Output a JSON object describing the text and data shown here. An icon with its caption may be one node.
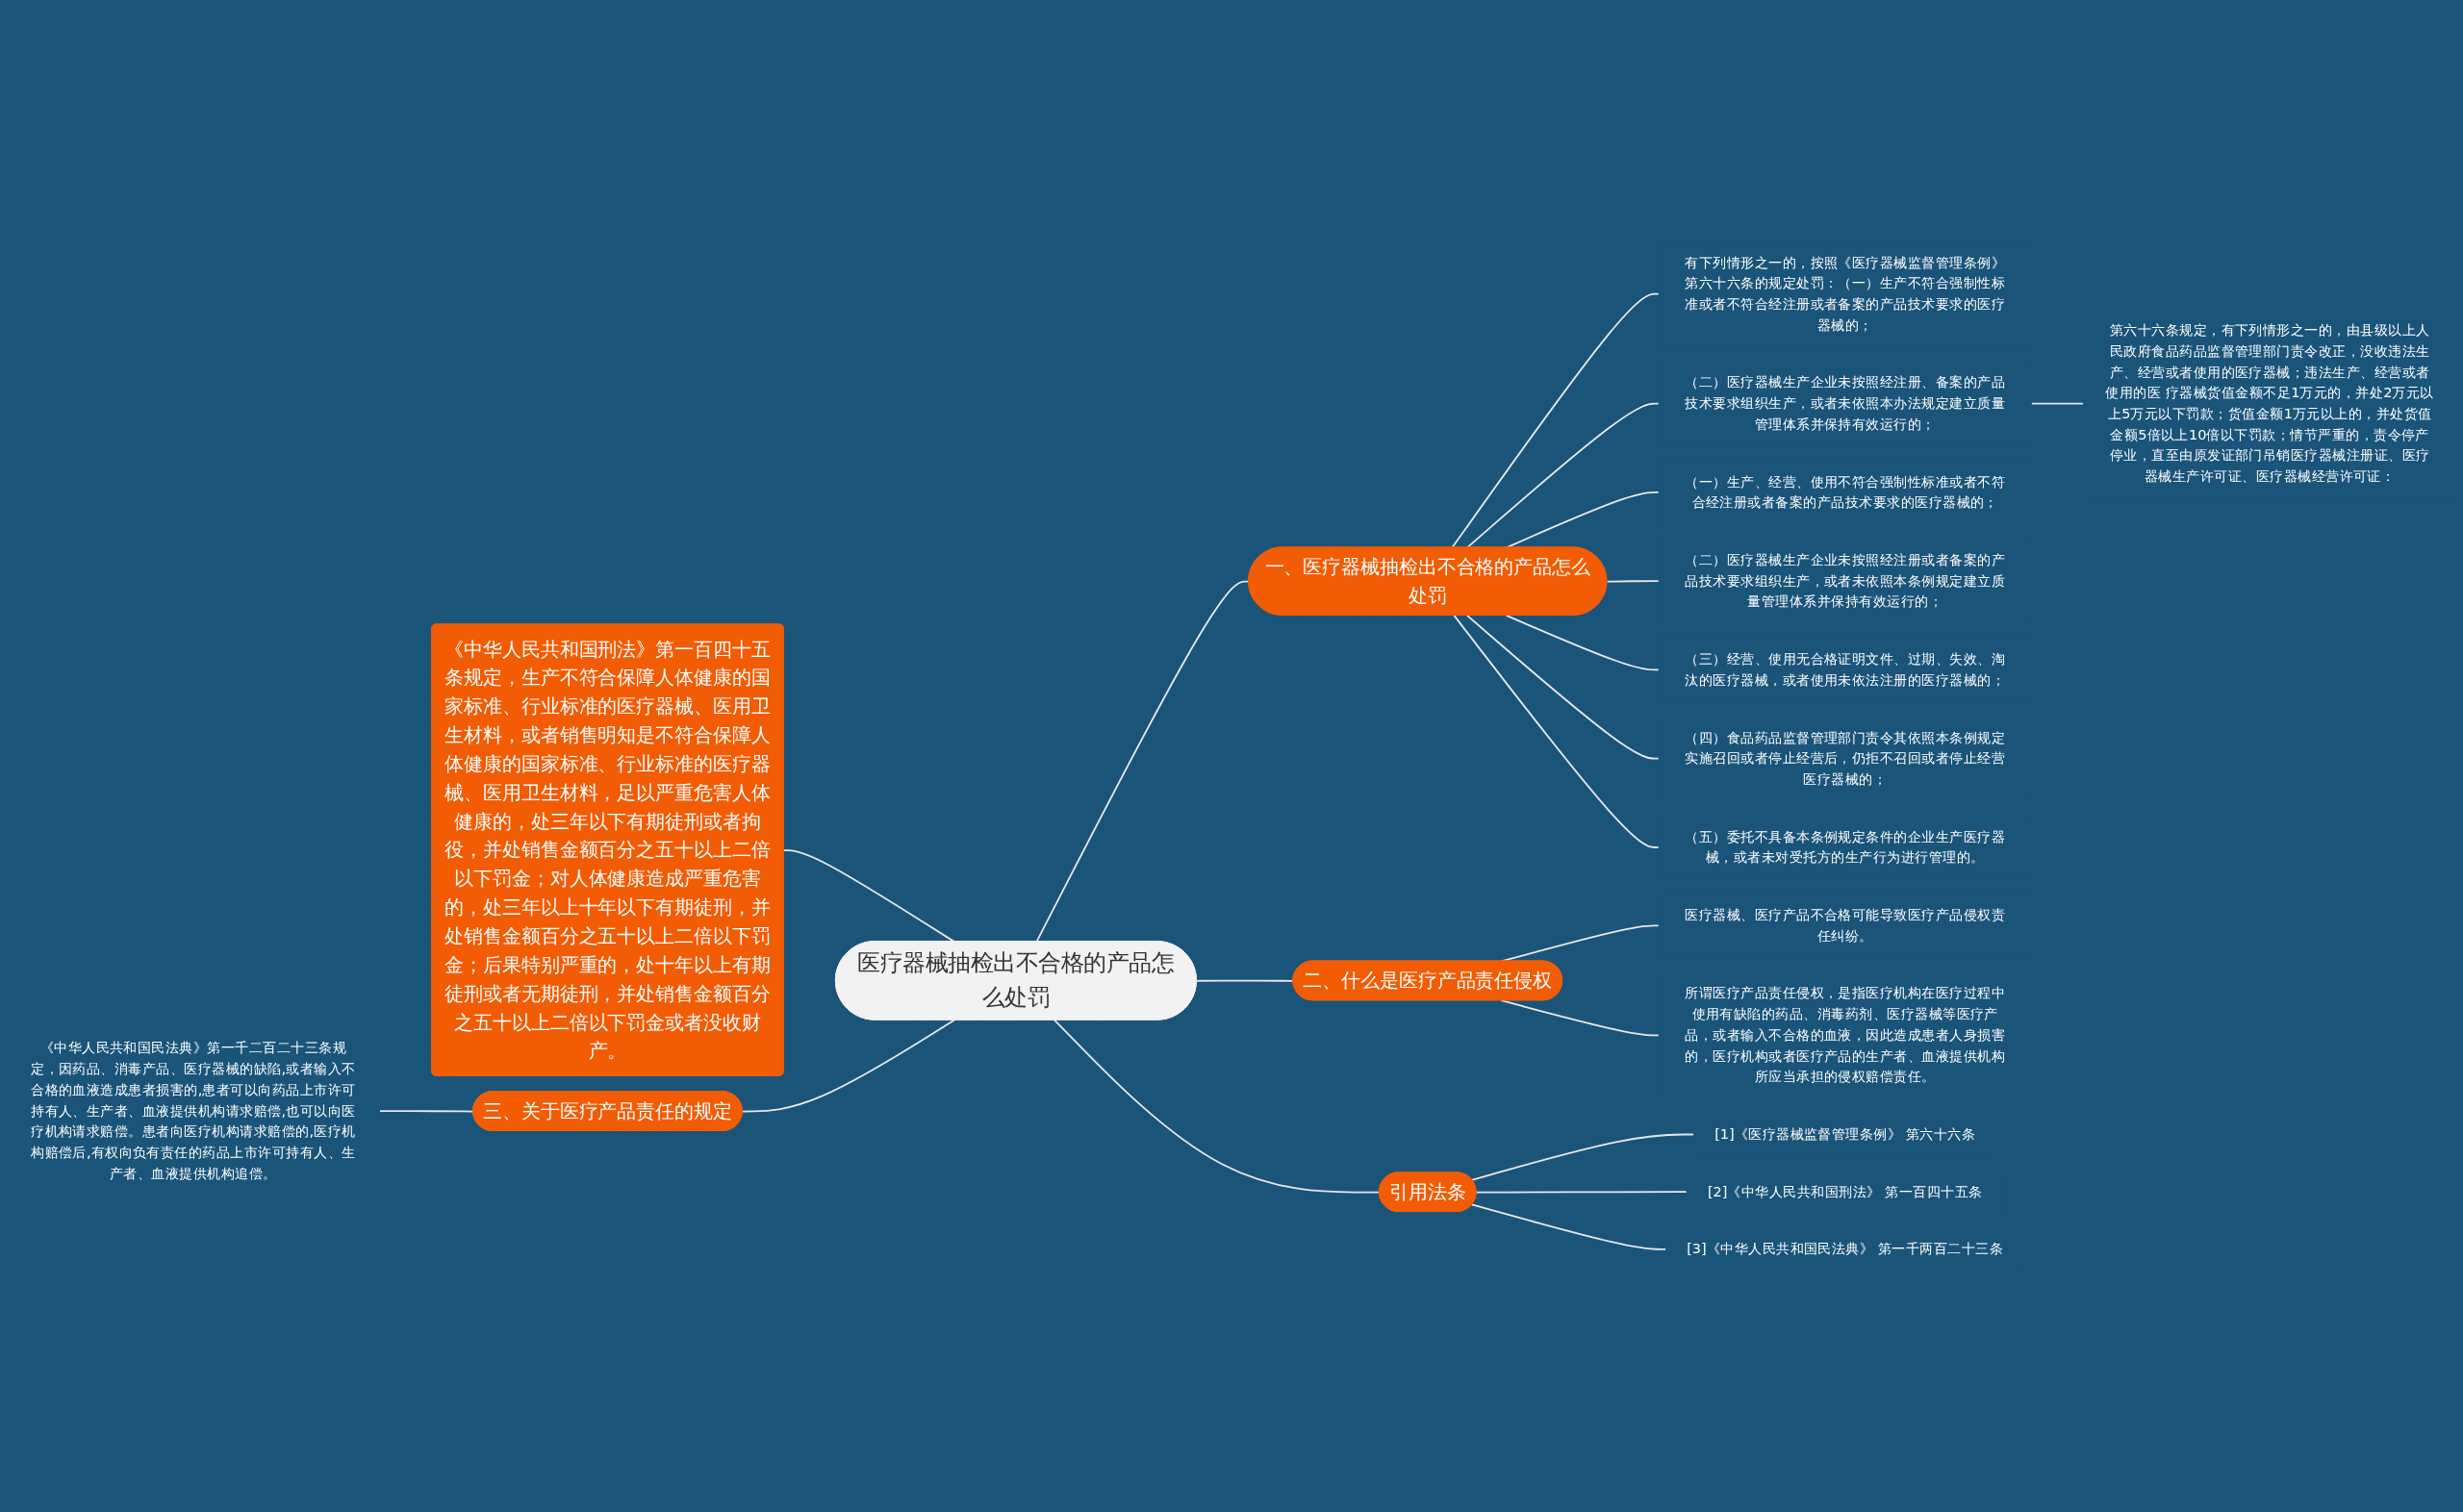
{
  "diagram": {
    "nodes": [
      {
        "text": [
          "医疗器械抽检出不合格的产品怎么处罚"
        ]
      },
      {
        "text": [
          "一、医疗器械抽检出不合格的产品怎么处罚"
        ]
      },
      {
        "text": [
          "有下列情形之一的，按照《医疗器械监督管理条例》第六十六条的规定处罚：（一）生产不符合强制性标准或者不符合经注册或者备案的产品技术要求的医疗器械的；"
        ]
      },
      {
        "text": [
          "（二）医疗器械生产企业未按照经注册、备案的产品技术要求组织生产，或者未依照本办法规定建立质量管理体系并保持有效运行的；"
        ]
      },
      {
        "text": [
          "第六十六条规定，有下列情形之一的，由县级以上人民政府食品药品监督管理部门责令改正，没收违法生产、经营或者使用的医疗器械；违法生产、经营或者使用的医 疗器械货值金额不足1万元的，并处2万元以上5万元以下罚款；货值金额1万元以上的，并处货值金额5倍以上10倍以下罚款；情节严重的，责令停产停业，直至由原发证部门吊销医疗器械注册证、医疗器械生产许可证、医疗器械经营许可证："
        ]
      },
      {
        "text": [
          "（一）生产、经营、使用不符合强制性标准或者不符合经注册或者备案的产品技术要求的医疗器械的；"
        ]
      },
      {
        "text": [
          "（二）医疗器械生产企业未按照经注册或者备案的产品技术要求组织生产，或者未依照本条例规定建立质量管理体系并保持有效运行的；"
        ]
      },
      {
        "text": [
          "（三）经营、使用无合格证明文件、过期、失效、淘汰的医疗器械，或者使用未依法注册的医疗器械的；"
        ]
      },
      {
        "text": [
          "（四）食品药品监督管理部门责令其依照本条例规定实施召回或者停止经营后，仍拒不召回或者停止经营医疗器械的；"
        ]
      },
      {
        "text": [
          "（五）委托不具备本条例规定条件的企业生产医疗器械，或者未对受托方的生产行为进行管理的。"
        ]
      },
      {
        "text": [
          "《中华人民共和国刑法》第一百四十五条规定，生产不符合保障人体健康的国家标准、行业标准的医疗器械、医用卫生材料，或者销售明知是不符合保障人体健康的国家标准、行业标准的医疗器械、医用卫生材料，足以严重危害人体健康的，处三年以下有期徒刑或者拘役，并处销售金额百分之五十以上二倍以下罚金；对人体健康造成严重危害的，处三年以上十年以下有期徒刑，并处销售金额百分之五十以上二倍以下罚金；后果特别严重的，处十年以上有期徒刑或者无期徒刑，并处销售金额百分之五十以上二倍以下罚金或者没收财产。"
        ]
      },
      {
        "text": [
          "二、什么是医疗产品责任侵权"
        ]
      },
      {
        "text": [
          "医疗器械、医疗产品不合格可能导致医疗产品侵权责任纠纷。"
        ]
      },
      {
        "text": [
          "所谓医疗产品责任侵权，是指医疗机构在医疗过程中使用有缺陷的药品、消毒药剂、医疗器械等医疗产品，或者输入不合格的血液，因此造成患者人身损害的，医疗机构或者医疗产品的生产者、血液提供机构所应当承担的侵权赔偿责任。"
        ]
      },
      {
        "text": [
          "三、关于医疗产品责任的规定"
        ]
      },
      {
        "text": [
          "《中华人民共和国民法典》第一千二百二十三条规定，因药品、消毒产品、医疗器械的缺陷,或者输入不合格的血液造成患者损害的,患者可以向药品上市许可持有人、生产者、血液提供机构请求赔偿,也可以向医疗机构请求赔偿。患者向医疗机构请求赔偿的,医疗机构赔偿后,有权向负有责任的药品上市许可持有人、生产者、血液提供机构追偿。"
        ]
      },
      {
        "text": [
          "引用法条"
        ]
      },
      {
        "text": [
          "[1]《医疗器械监督管理条例》 第六十六条"
        ]
      },
      {
        "text": [
          "[2]《中华人民共和国刑法》 第一百四十五条"
        ]
      },
      {
        "text": [
          "[3]《中华人民共和国民法典》 第一千两百二十三条"
        ]
      }
    ],
    "edges": [
      {
        "from": 0,
        "to": 1,
        "arrow": "none"
      },
      {
        "from": 1,
        "to": 2,
        "arrow": "none"
      },
      {
        "from": 1,
        "to": 3,
        "arrow": "none"
      },
      {
        "from": 3,
        "to": 4,
        "arrow": "none"
      },
      {
        "from": 1,
        "to": 5,
        "arrow": "none"
      },
      {
        "from": 1,
        "to": 6,
        "arrow": "none"
      },
      {
        "from": 1,
        "to": 7,
        "arrow": "none"
      },
      {
        "from": 1,
        "to": 8,
        "arrow": "none"
      },
      {
        "from": 1,
        "to": 9,
        "arrow": "none"
      },
      {
        "from": 10,
        "to": 0,
        "arrow": "none"
      },
      {
        "from": 0,
        "to": 11,
        "arrow": "none"
      },
      {
        "from": 11,
        "to": 12,
        "arrow": "none"
      },
      {
        "from": 11,
        "to": 13,
        "arrow": "none"
      },
      {
        "from": 14,
        "to": 0,
        "arrow": "none"
      },
      {
        "from": 15,
        "to": 14,
        "arrow": "none"
      },
      {
        "from": 0,
        "to": 16,
        "arrow": "none"
      },
      {
        "from": 16,
        "to": 17,
        "arrow": "none"
      },
      {
        "from": 16,
        "to": 18,
        "arrow": "none"
      },
      {
        "from": 16,
        "to": 19,
        "arrow": "none"
      }
    ]
  }
}
